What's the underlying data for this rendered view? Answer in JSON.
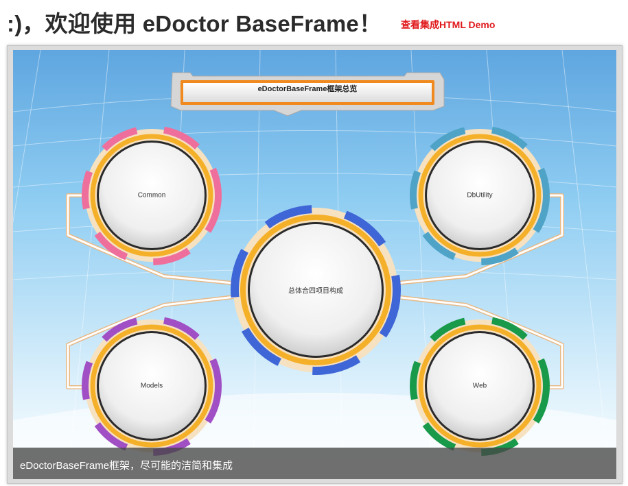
{
  "header": {
    "title": ":)，欢迎使用 eDoctor BaseFrame！",
    "demo_link": "查看集成HTML Demo"
  },
  "slide": {
    "banner_title": "eDoctorBaseFrame框架总览",
    "center_node": "总体合四项目构成",
    "nodes": {
      "common": "Common",
      "dbutility": "DbUtility",
      "models": "Models",
      "web": "Web"
    },
    "colors": {
      "common": "#ef6f9c",
      "dbutility": "#4ea3c7",
      "models": "#a14fc4",
      "web": "#189a4a",
      "center": "#3f66d6",
      "ring_gold": "#f5b02a",
      "banner_border": "#f08a1e"
    },
    "caption": "eDoctorBaseFrame框架，尽可能的洁简和集成"
  }
}
